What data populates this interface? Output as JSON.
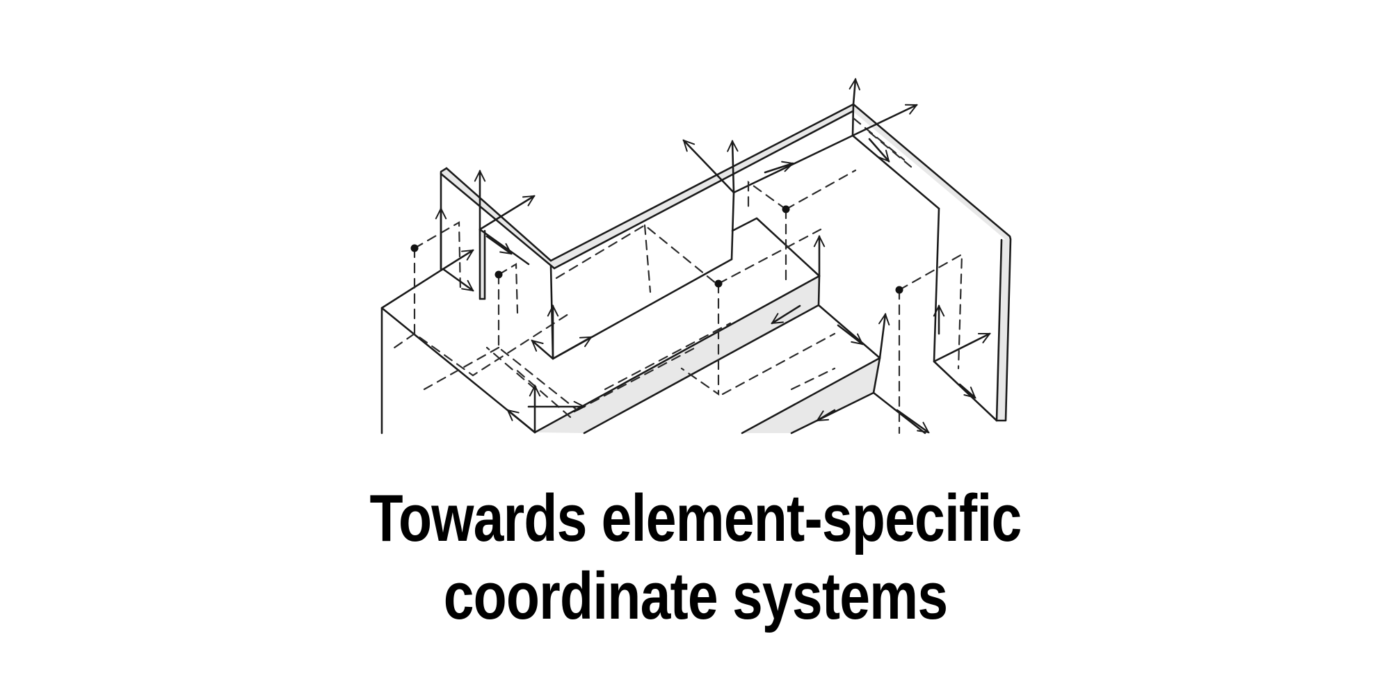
{
  "figure": {
    "description": "Hand-drawn isometric sketch of stepped wall and slab elements, each annotated with local coordinate axes (arrows) and origin points (dots)",
    "colors": {
      "background": "#ffffff",
      "ink": "#1a1a1a",
      "shading": "#e8e8e8"
    },
    "icons": [
      "coordinate-axis-arrow",
      "origin-dot",
      "dashed-projection-line"
    ]
  },
  "title": {
    "line1": "Towards element-specific",
    "line2": "coordinate systems",
    "color": "#000000"
  }
}
